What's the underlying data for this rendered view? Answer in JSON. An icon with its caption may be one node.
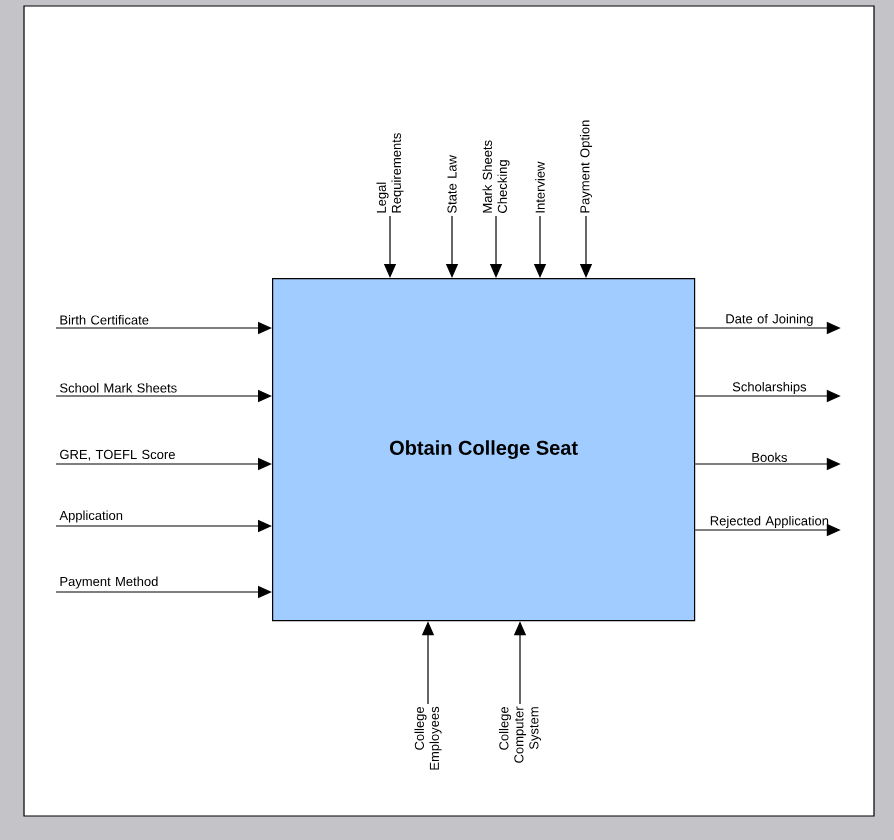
{
  "diagram": {
    "nodes": [
      {
        "text": [
          "Obtain College Seat"
        ]
      },
      {
        "text": [
          "Birth Certificate"
        ]
      },
      {
        "text": [
          "School Mark Sheets"
        ]
      },
      {
        "text": [
          "GRE, TOEFL Score"
        ]
      },
      {
        "text": [
          "Application"
        ]
      },
      {
        "text": [
          "Payment Method"
        ]
      },
      {
        "text": [
          "Legal Requirements"
        ]
      },
      {
        "text": [
          "State Law"
        ]
      },
      {
        "text": [
          "Mark Sheets Checking"
        ]
      },
      {
        "text": [
          "Interview"
        ]
      },
      {
        "text": [
          "Payment Option"
        ]
      },
      {
        "text": [
          "Date of Joining"
        ]
      },
      {
        "text": [
          "Scholarships"
        ]
      },
      {
        "text": [
          "Books"
        ]
      },
      {
        "text": [
          "Rejected Application"
        ]
      },
      {
        "text": [
          "College Employees"
        ]
      },
      {
        "text": [
          "College Computer System"
        ]
      }
    ],
    "edges": [
      {
        "from": 1,
        "to": 0,
        "arrow": "to"
      },
      {
        "from": 2,
        "to": 0,
        "arrow": "to"
      },
      {
        "from": 3,
        "to": 0,
        "arrow": "to"
      },
      {
        "from": 4,
        "to": 0,
        "arrow": "to"
      },
      {
        "from": 5,
        "to": 0,
        "arrow": "to"
      },
      {
        "from": 6,
        "to": 0,
        "arrow": "to"
      },
      {
        "from": 7,
        "to": 0,
        "arrow": "to"
      },
      {
        "from": 8,
        "to": 0,
        "arrow": "to"
      },
      {
        "from": 9,
        "to": 0,
        "arrow": "to"
      },
      {
        "from": 10,
        "to": 0,
        "arrow": "to"
      },
      {
        "from": 0,
        "to": 11,
        "arrow": "to"
      },
      {
        "from": 0,
        "to": 12,
        "arrow": "to"
      },
      {
        "from": 0,
        "to": 13,
        "arrow": "to"
      },
      {
        "from": 0,
        "to": 14,
        "arrow": "to"
      },
      {
        "from": 15,
        "to": 0,
        "arrow": "to"
      },
      {
        "from": 16,
        "to": 0,
        "arrow": "to"
      }
    ]
  }
}
